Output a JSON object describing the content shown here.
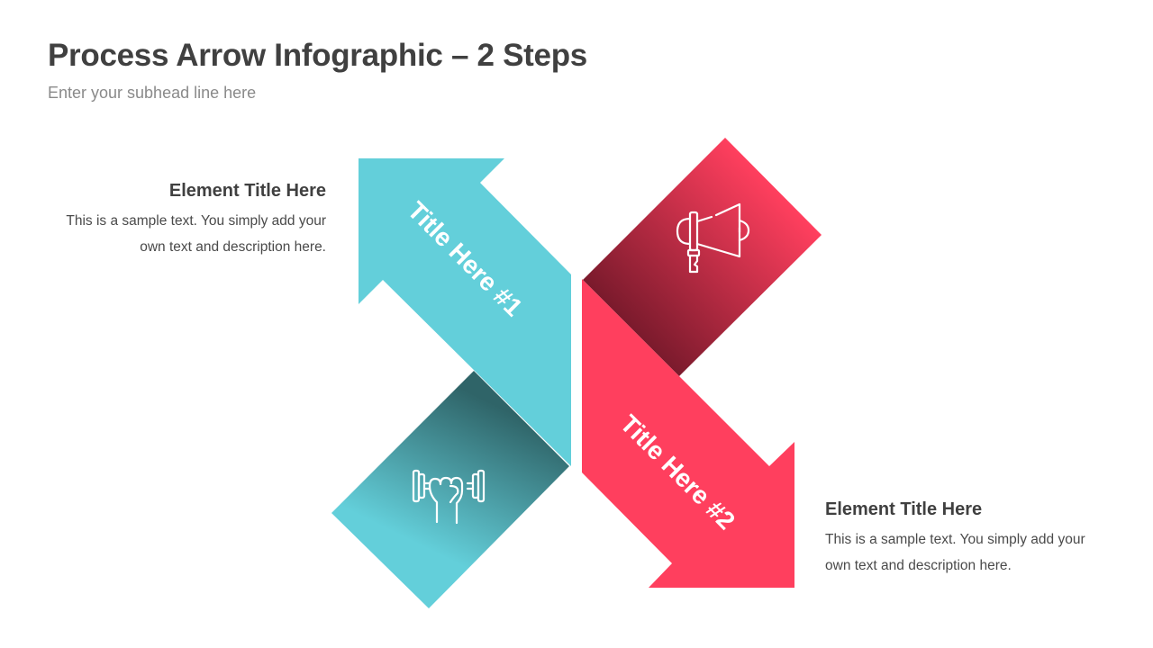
{
  "header": {
    "title": "Process Arrow Infographic – 2 Steps",
    "subhead": "Enter your subhead line here"
  },
  "steps": [
    {
      "arrow_label": "Title Here #1",
      "icon": "dumbbell-fist-icon",
      "element_title": "Element Title Here",
      "description": "This is a sample text. You simply add your own text and description here.",
      "color": "#63CFDA",
      "color_dark": "#2F6468"
    },
    {
      "arrow_label": "Title Here #2",
      "icon": "megaphone-icon",
      "element_title": "Element Title Here",
      "description": "This is a sample text. You simply add your own text and description here.",
      "color": "#FF3F5E",
      "color_dark": "#7A1A2C"
    }
  ]
}
